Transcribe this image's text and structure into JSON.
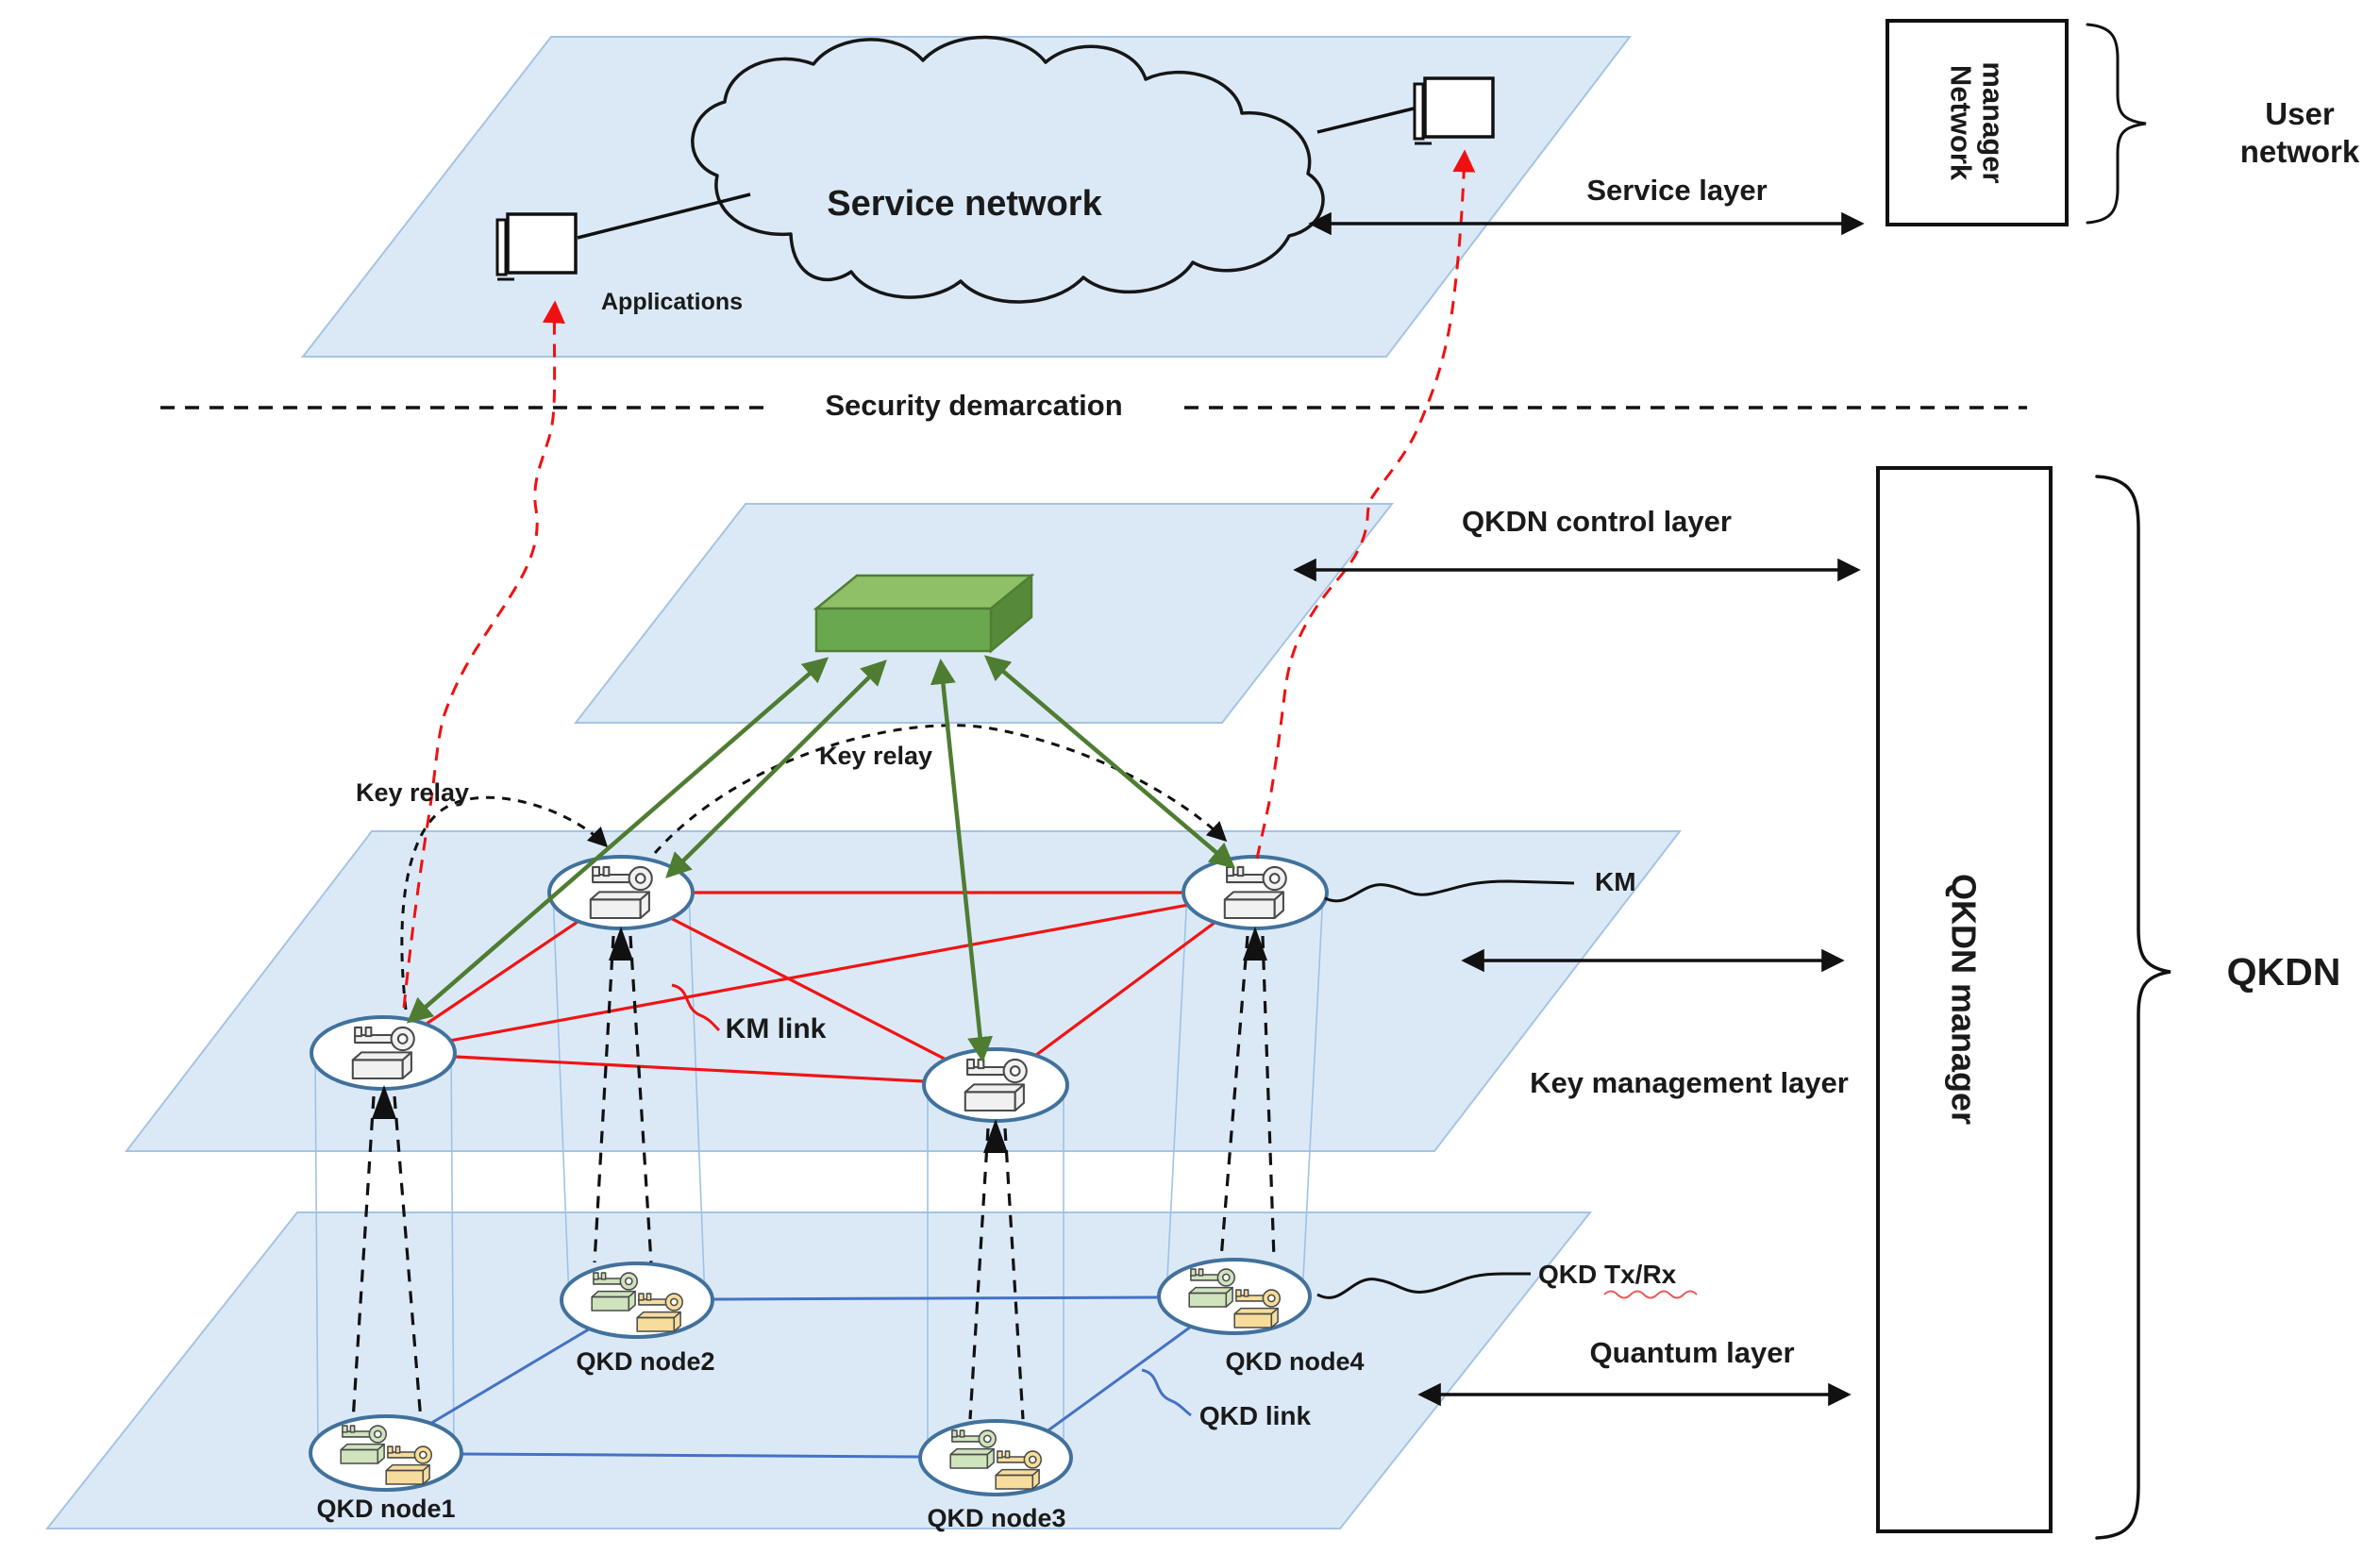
{
  "service_network": {
    "cloud_label": "Service network",
    "applications_label": "Applications"
  },
  "security_demarcation": {
    "label": "Security demarcation"
  },
  "layer_labels": {
    "service": "Service layer",
    "control": "QKDN control layer",
    "key_management": "Key management layer",
    "quantum": "Quantum layer"
  },
  "managers": {
    "network_manager_line1": "Network",
    "network_manager_line2": "manager",
    "qkdn_manager": "QKDN manager"
  },
  "groups": {
    "user_network_line1": "User",
    "user_network_line2": "network",
    "qkdn": "QKDN"
  },
  "key_management": {
    "km_label": "KM",
    "km_link_label": "KM link",
    "key_relay_left": "Key relay",
    "key_relay_right": "Key relay"
  },
  "quantum": {
    "qkd_txrx_label": "QKD Tx/Rx",
    "qkd_link_label": "QKD link",
    "nodes": [
      "QKD node1",
      "QKD node2",
      "QKD node3",
      "QKD node4"
    ]
  },
  "colors": {
    "plane_blue": "#dbe9f7",
    "km_link_red": "#f01414",
    "qkd_link_blue": "#4472c4",
    "key_relay_green": "#4e7d32",
    "controller_green": "#6aa84f"
  }
}
